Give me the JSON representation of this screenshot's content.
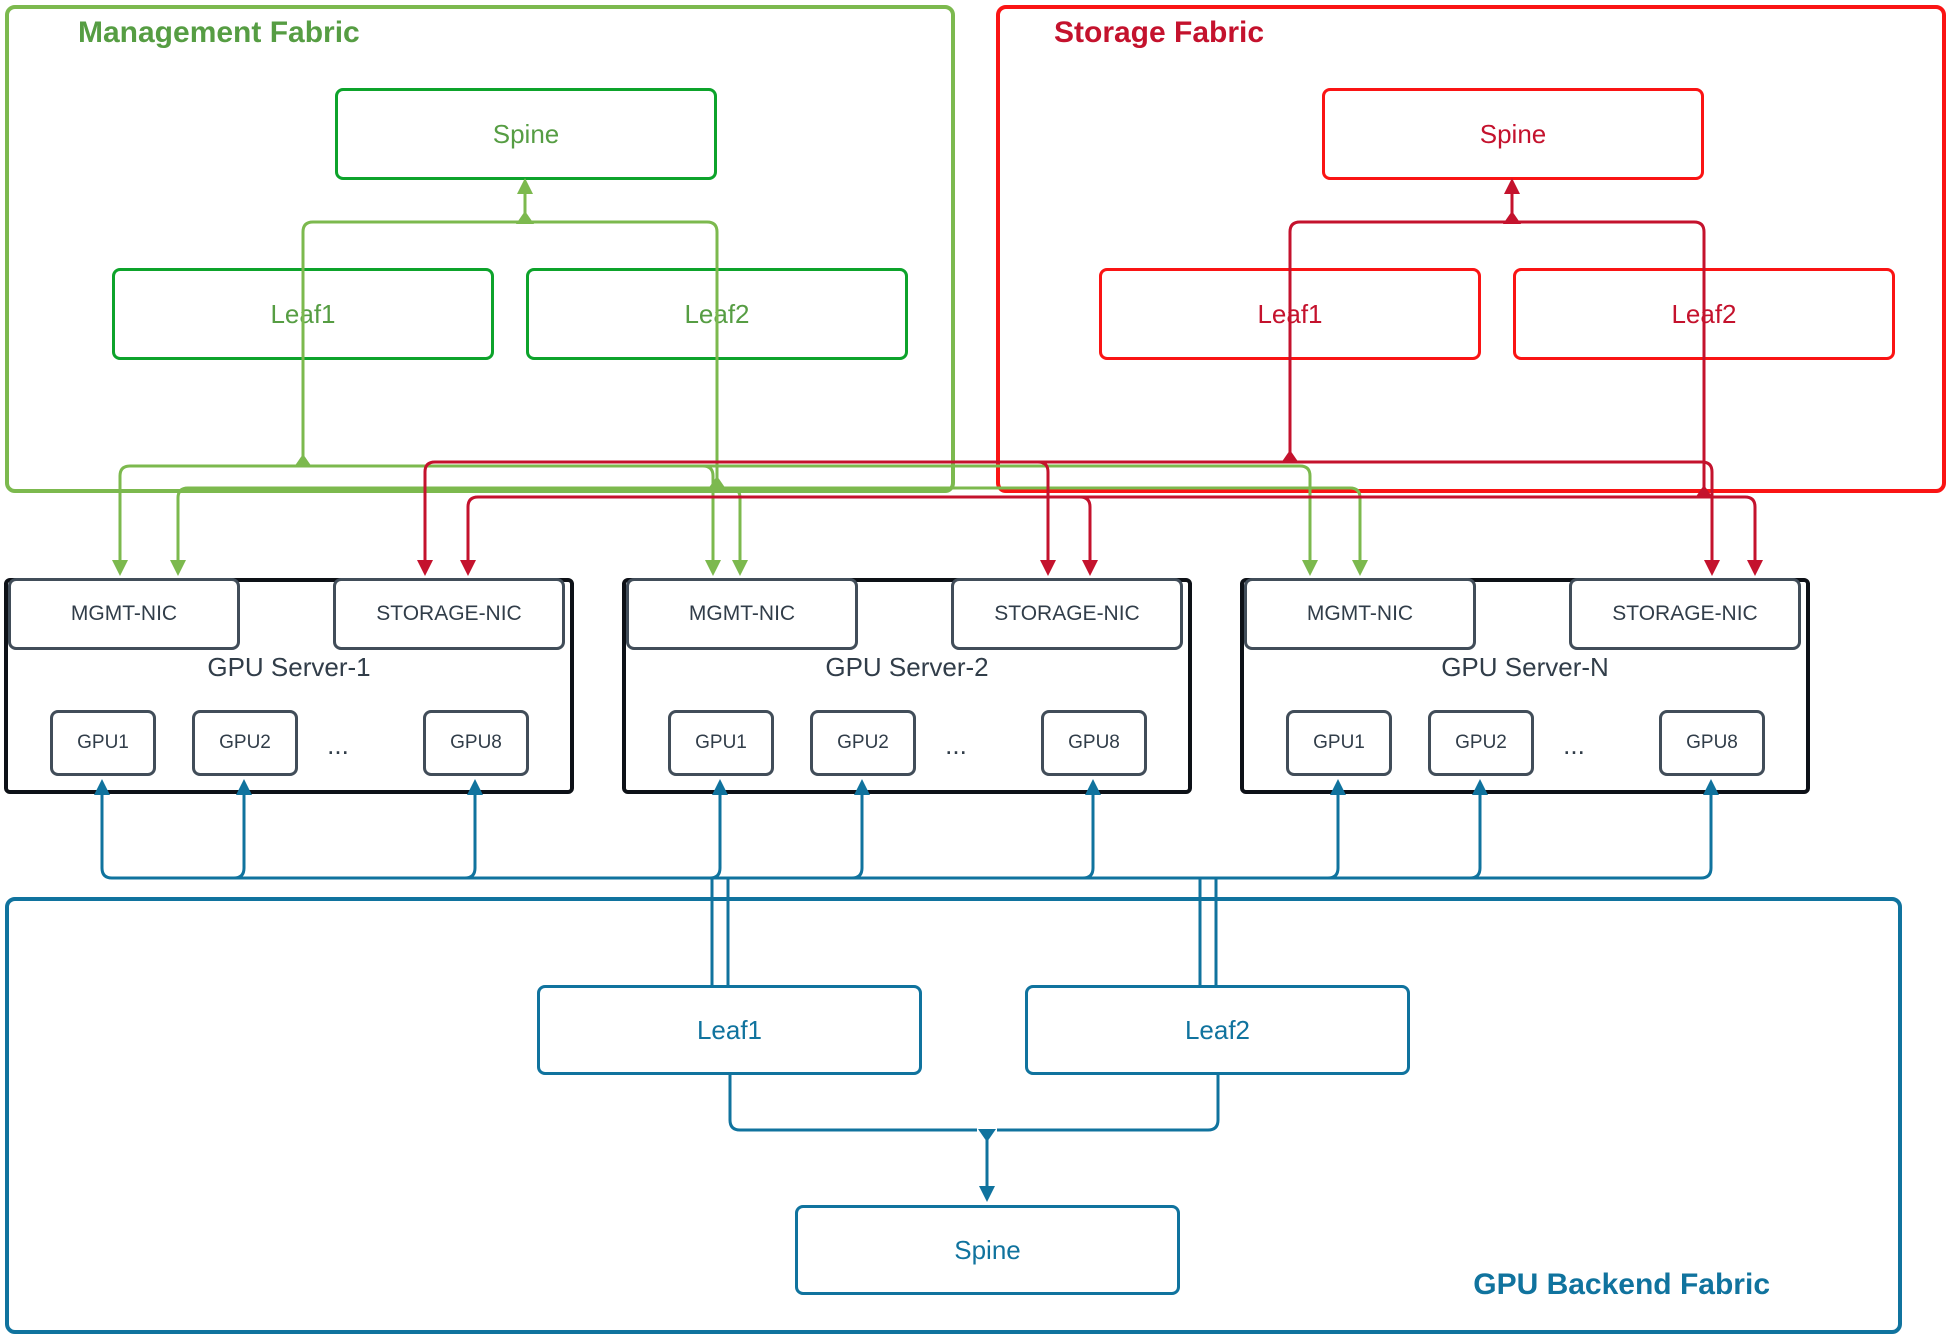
{
  "colors": {
    "mgmt_light": "#7CB94E",
    "mgmt_dark": "#0DA32B",
    "mgmt_text": "#569D43",
    "storage_bright": "#FA1414",
    "storage_crimson": "#C4122D",
    "backend_blue": "#10739E",
    "server_border": "#0D1117",
    "component_border": "#414D59",
    "component_text": "#313D49"
  },
  "management_fabric": {
    "title": "Management Fabric",
    "spine": "Spine",
    "leaf1": "Leaf1",
    "leaf2": "Leaf2"
  },
  "storage_fabric": {
    "title": "Storage Fabric",
    "spine": "Spine",
    "leaf1": "Leaf1",
    "leaf2": "Leaf2"
  },
  "backend_fabric": {
    "title": "GPU Backend Fabric",
    "spine": "Spine",
    "leaf1": "Leaf1",
    "leaf2": "Leaf2"
  },
  "servers": [
    {
      "title": "GPU Server-1",
      "mgmt_nic": "MGMT-NIC",
      "storage_nic": "STORAGE-NIC",
      "gpu1": "GPU1",
      "gpu2": "GPU2",
      "ellipsis": "...",
      "gpu8": "GPU8"
    },
    {
      "title": "GPU Server-2",
      "mgmt_nic": "MGMT-NIC",
      "storage_nic": "STORAGE-NIC",
      "gpu1": "GPU1",
      "gpu2": "GPU2",
      "ellipsis": "...",
      "gpu8": "GPU8"
    },
    {
      "title": "GPU Server-N",
      "mgmt_nic": "MGMT-NIC",
      "storage_nic": "STORAGE-NIC",
      "gpu1": "GPU1",
      "gpu2": "GPU2",
      "ellipsis": "...",
      "gpu8": "GPU8"
    }
  ]
}
